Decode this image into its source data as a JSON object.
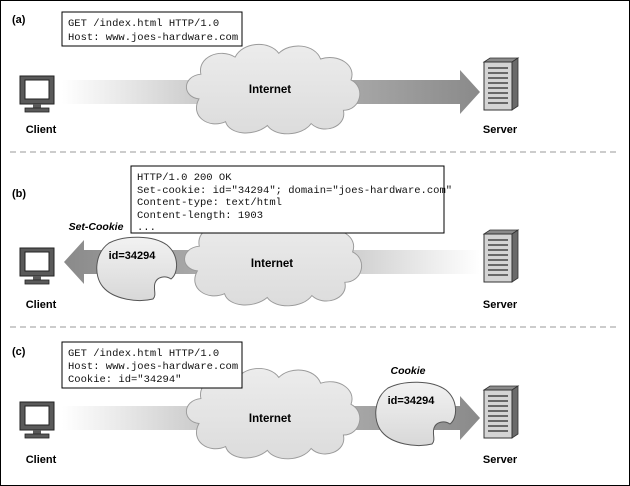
{
  "panels": {
    "a": {
      "label": "(a)",
      "message": [
        "GET /index.html HTTP/1.0",
        "Host: www.joes-hardware.com"
      ],
      "internet": "Internet",
      "client": "Client",
      "server": "Server"
    },
    "b": {
      "label": "(b)",
      "message": [
        "HTTP/1.0 200 OK",
        "Set-cookie: id=\"34294\"; domain=\"joes-hardware.com\"",
        "Content-type: text/html",
        "Content-length: 1903",
        "..."
      ],
      "cookie_caption": "Set-Cookie",
      "cookie_value": "id=34294",
      "internet": "Internet",
      "client": "Client",
      "server": "Server"
    },
    "c": {
      "label": "(c)",
      "message": [
        "GET /index.html HTTP/1.0",
        "Host: www.joes-hardware.com",
        "Cookie: id=\"34294\""
      ],
      "cookie_caption": "Cookie",
      "cookie_value": "id=34294",
      "internet": "Internet",
      "client": "Client",
      "server": "Server"
    }
  }
}
